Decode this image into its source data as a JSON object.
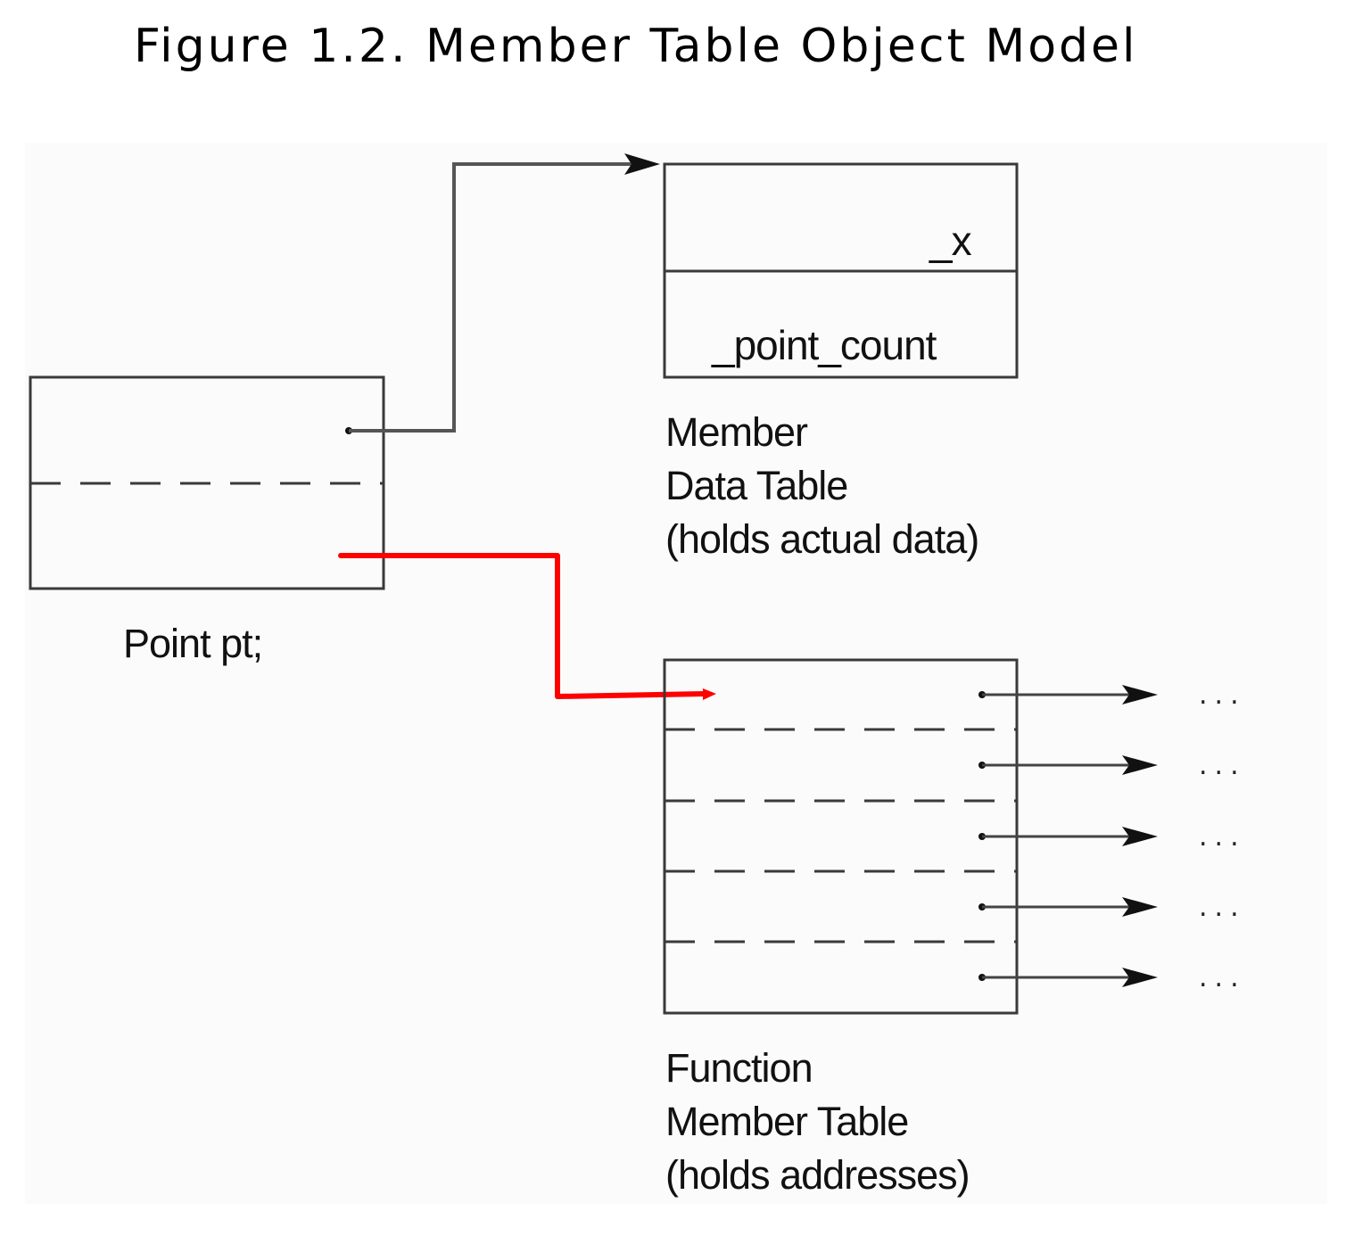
{
  "figure": {
    "title": "Figure 1.2. Member Table Object Model"
  },
  "point_object": {
    "label": "Point pt;"
  },
  "data_table": {
    "cell_1": "_x",
    "cell_2": "_point_count",
    "caption_line_1": "Member",
    "caption_line_2": "Data Table",
    "caption_line_3": "(holds actual data)"
  },
  "function_table": {
    "caption_line_1": "Function",
    "caption_line_2": "Member Table",
    "caption_line_3": "(holds addresses)",
    "row_targets": [
      "...",
      "...",
      "...",
      "...",
      "..."
    ]
  },
  "colors": {
    "highlight_arrow": "#ff0000",
    "line": "#3a3a3a"
  }
}
